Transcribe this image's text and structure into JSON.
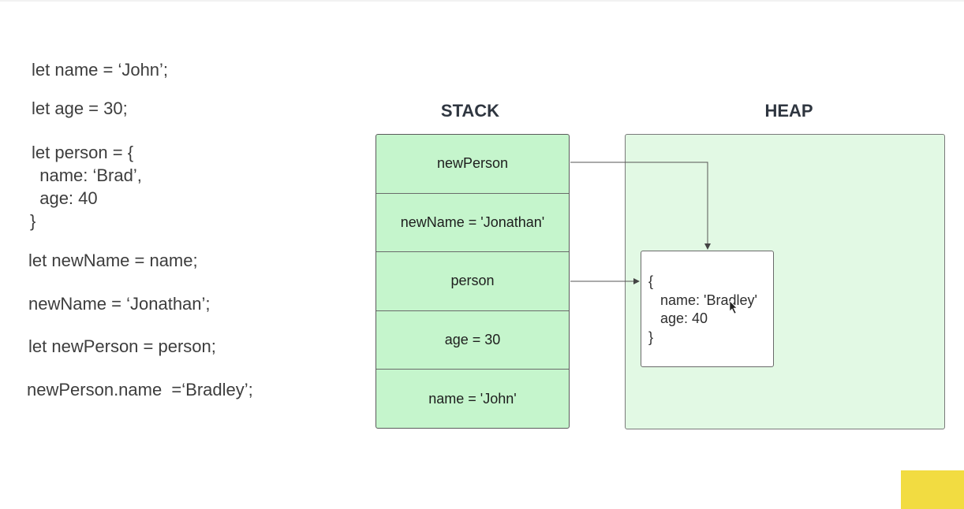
{
  "code": {
    "line1": "let name = ‘John’;",
    "line2": "let age = 30;",
    "line3": "let person = {",
    "line4": "  name: ‘Brad’,",
    "line5": "  age: 40",
    "line6": "}",
    "line7": "let newName = name;",
    "line8": "newName = ‘Jonathan’;",
    "line9": "let newPerson = person;",
    "line10": "newPerson.name  =‘Bradley’;"
  },
  "stack": {
    "title": "STACK",
    "cells": [
      "newPerson",
      "newName = 'Jonathan'",
      "person",
      "age = 30",
      "name = 'John'"
    ]
  },
  "heap": {
    "title": "HEAP",
    "object_lines": [
      "{",
      "   name: 'Bradley'",
      "   age: 40",
      "}"
    ]
  },
  "colors": {
    "stack_fill": "#c5f5cc",
    "heap_fill": "#e2f9e4",
    "accent_square": "#f2dc41"
  }
}
